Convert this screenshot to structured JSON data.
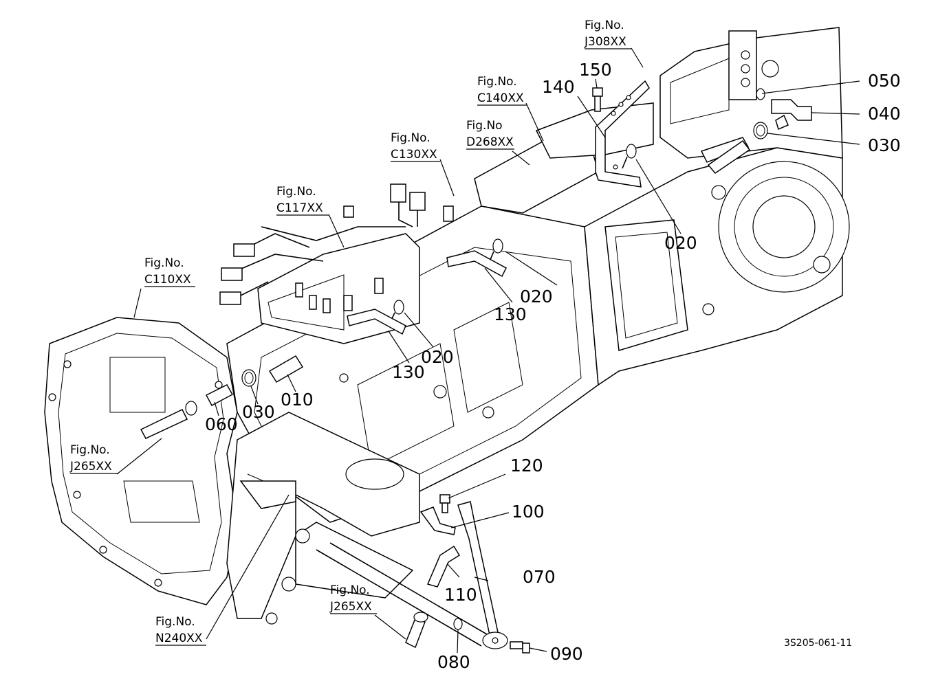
{
  "figure_refs": [
    {
      "id": "fig-j308",
      "lines": [
        "Fig.No.",
        "J308XX"
      ]
    },
    {
      "id": "fig-c140",
      "lines": [
        "Fig.No.",
        "C140XX"
      ]
    },
    {
      "id": "fig-d268",
      "lines": [
        "Fig.No",
        "D268XX"
      ]
    },
    {
      "id": "fig-c130",
      "lines": [
        "Fig.No.",
        "C130XX"
      ]
    },
    {
      "id": "fig-c117",
      "lines": [
        "Fig.No.",
        "C117XX"
      ]
    },
    {
      "id": "fig-c110",
      "lines": [
        "Fig.No.",
        "C110XX"
      ]
    },
    {
      "id": "fig-j265-left",
      "lines": [
        "Fig.No.",
        "J265XX"
      ]
    },
    {
      "id": "fig-j265-bottom",
      "lines": [
        "Fig.No.",
        "J265XX"
      ]
    },
    {
      "id": "fig-n240",
      "lines": [
        "Fig.No.",
        "N240XX"
      ]
    }
  ],
  "part_labels": {
    "p150": "150",
    "p140": "140",
    "p050": "050",
    "p040": "040",
    "p030_right": "030",
    "p020_a": "020",
    "p020_b": "020",
    "p020_c": "020",
    "p130_a": "130",
    "p130_b": "130",
    "p010": "010",
    "p030_left": "030",
    "p060": "060",
    "p120": "120",
    "p100": "100",
    "p070": "070",
    "p110": "110",
    "p080": "080",
    "p090": "090"
  },
  "drawing_code": "3S205-061-11"
}
